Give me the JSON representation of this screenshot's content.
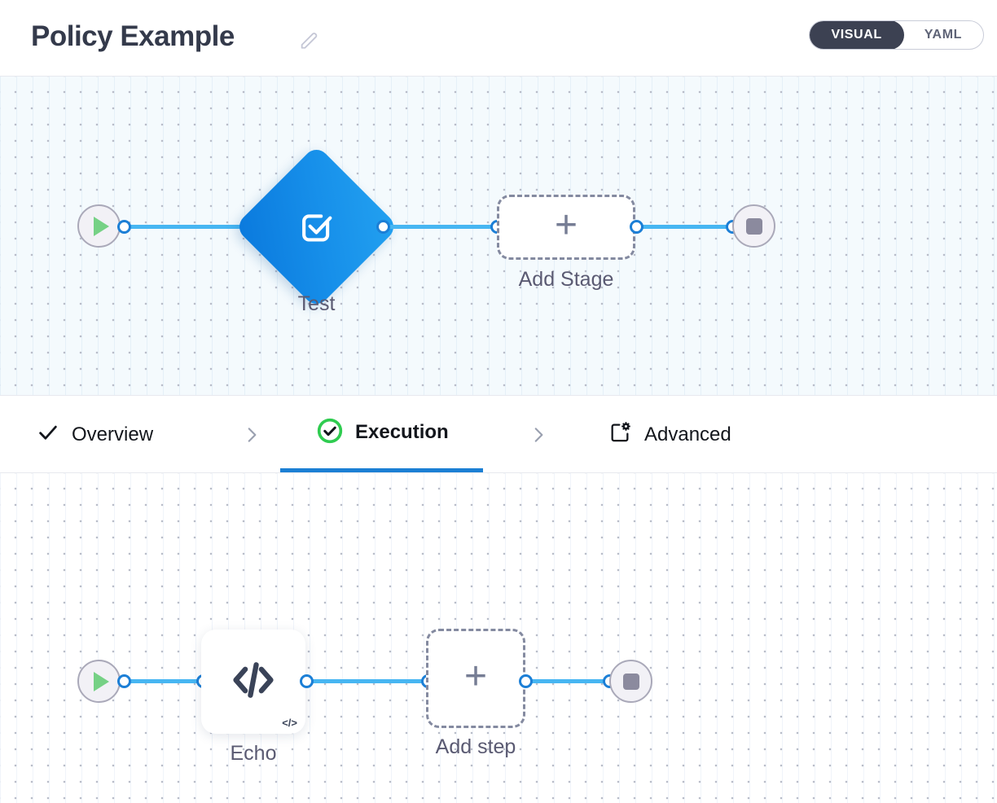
{
  "header": {
    "title": "Policy Example",
    "edit_icon": "pencil-icon",
    "view_toggle": {
      "options": [
        "VISUAL",
        "YAML"
      ],
      "selected": "VISUAL"
    }
  },
  "tabs": {
    "items": [
      {
        "label": "Overview",
        "icon": "check-icon",
        "active": false
      },
      {
        "label": "Execution",
        "icon": "check-circle-icon",
        "active": true
      },
      {
        "label": "Advanced",
        "icon": "window-gear-icon",
        "active": false
      }
    ],
    "separator": "chevron-right-icon"
  },
  "stage_canvas": {
    "start_node": {
      "name": "start",
      "icon": "play-icon"
    },
    "nodes": [
      {
        "label": "Test",
        "type": "stage",
        "icon": "check-square-icon"
      },
      {
        "label": "Add Stage",
        "type": "add-placeholder",
        "icon": "plus-icon"
      }
    ],
    "end_node": {
      "name": "end",
      "icon": "stop-icon"
    }
  },
  "step_canvas": {
    "start_node": {
      "name": "start",
      "icon": "play-icon"
    },
    "nodes": [
      {
        "label": "Echo",
        "type": "step",
        "icon": "code-icon",
        "badge": "</>"
      },
      {
        "label": "Add step",
        "type": "add-placeholder",
        "icon": "plus-icon"
      }
    ],
    "end_node": {
      "name": "end",
      "icon": "stop-icon"
    }
  },
  "colors": {
    "accent_blue": "#1b7fd4",
    "edge_blue": "#47b6f2",
    "stage_blue": "#1790ea",
    "success_green": "#2fcc50",
    "play_green": "#76d185",
    "toggle_dark": "#3c4152",
    "node_gray": "#8b8a9e",
    "label_gray": "#5a5a72"
  }
}
